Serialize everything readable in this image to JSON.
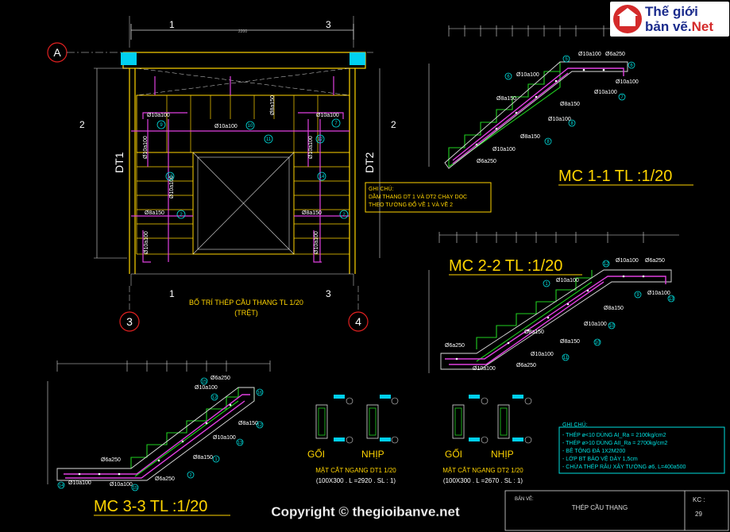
{
  "logo": {
    "brand_line1": "Thế giới",
    "brand_line2": "bản vẽ.",
    "brand_suffix": "Net"
  },
  "plan": {
    "grid_a": "A",
    "grid_3": "3",
    "grid_4": "4",
    "axis_1": "1",
    "axis_3": "3",
    "axis_2": "2",
    "dt1": "DT1",
    "dt2": "DT2",
    "title": "BỐ TRÍ THÉP CẦU THANG TL 1/20",
    "subtitle": "(TRỆT)",
    "rebar": [
      "Ø10a100",
      "Ø10a100",
      "Ø10a100",
      "Ø8a150",
      "Ø10a100",
      "Ø10a100",
      "Ø10a100",
      "Ø8a150",
      "Ø8a150",
      "Ø10a100",
      "Ø10a100"
    ],
    "markers": [
      "9",
      "10",
      "7",
      "11",
      "12",
      "13",
      "2",
      "2",
      "14",
      "14"
    ]
  },
  "note1": {
    "title": "GHI CHÚ:",
    "line1": "DẦM THANG DT 1 VÀ DT2 CHẠY DỌC",
    "line2": "THEO TƯỜNG ĐỔ VỀ 1 VÀ VỀ 2"
  },
  "mc11": {
    "title": "MC 1-1 TL :1/20",
    "labels": [
      "Ø10a100",
      "Ø6a250",
      "Ø10a100",
      "Ø10a100",
      "Ø8a150",
      "Ø10a100",
      "Ø8a150",
      "Ø10a100",
      "Ø8a150",
      "Ø6a250",
      "Ø10a100"
    ],
    "markers": [
      "5",
      "6",
      "6",
      "7",
      "8",
      "8"
    ]
  },
  "mc22": {
    "title": "MC 2-2 TL :1/20",
    "labels": [
      "Ø10a100",
      "Ø6a250",
      "Ø10a100",
      "Ø10a100",
      "Ø8a150",
      "Ø10a100",
      "Ø8a150",
      "Ø10a100",
      "Ø6a250",
      "Ø8a150",
      "Ø6a250",
      "Ø10a100"
    ],
    "markers": [
      "12",
      "1",
      "13",
      "9",
      "10",
      "10",
      "11"
    ]
  },
  "mc33": {
    "title": "MC 3-3 TL :1/20",
    "labels": [
      "Ø6a250",
      "Ø10a100",
      "Ø8a150",
      "Ø10a100",
      "Ø8a150",
      "Ø6a250",
      "Ø6a250",
      "Ø10a100",
      "Ø10a100"
    ],
    "markers": [
      "15",
      "16",
      "12",
      "12",
      "13",
      "1",
      "2",
      "14",
      "15"
    ]
  },
  "sections": [
    {
      "goi": "GỐI",
      "nhip": "NHỊP",
      "title": "MẶT CẮT NGANG DT1 1/20",
      "sub": "(100X300 . L =2920 . SL : 1)"
    },
    {
      "goi": "GỐI",
      "nhip": "NHỊP",
      "title": "MẶT CẮT NGANG DT2 1/20",
      "sub": "(100X300 . L =2670 . SL : 1)"
    }
  ],
  "note2": {
    "title": "GHI CHÚ:",
    "lines": [
      "- THÉP ø<10 DÙNG AI_Ra = 2100kg/cm2",
      "- THÉP ø>10 DÙNG AII_Ra = 2700kg/cm2",
      "- BÊ TÔNG ĐÁ 1X2M200",
      "- LỚP BT BẢO VỆ DÀY 1,5cm",
      "- CHỪA THÉP RÂU XÂY TƯỜNG ø6, L=400a500"
    ]
  },
  "titleblock": {
    "ban_ve_label": "BẢN VẼ:",
    "ban_ve": "THÉP CẦU THANG",
    "kc": "KC :",
    "sheet": "29"
  },
  "copyright": "Copyright © thegioibanve.net"
}
